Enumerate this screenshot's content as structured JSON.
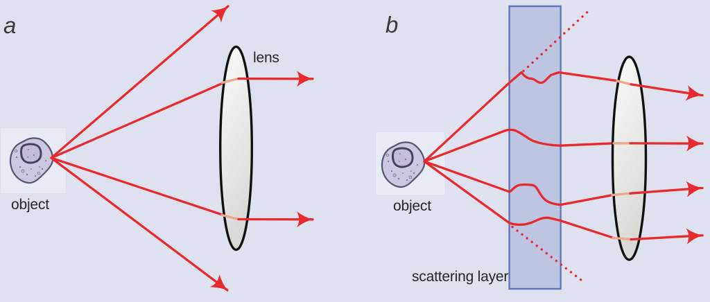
{
  "figure": {
    "panel_a": {
      "letter": "a",
      "object_label": "object",
      "lens_label": "lens"
    },
    "panel_b": {
      "letter": "b",
      "object_label": "object",
      "scattering_layer_label": "scattering layer"
    }
  },
  "colors": {
    "background": "#dfe2ee",
    "ray_red": "#e62a2e",
    "ray_in_lens": "#eaa791",
    "layer_fill": "#bdc5e3",
    "layer_border": "#6375ba",
    "lens_outline": "#101010",
    "lens_fill_light": "#fbfbfa",
    "lens_fill_dark": "#d9d9d6",
    "cell_body": "#cdc8e2",
    "cell_outline": "#575372",
    "nucleus_fill": "#c3bcda",
    "nucleus_outline": "#46425e",
    "speckle": "#7b759b",
    "object_backdrop": "#e8eaf4",
    "label_text": "#262626",
    "panel_letter": "#3a3a3a"
  }
}
